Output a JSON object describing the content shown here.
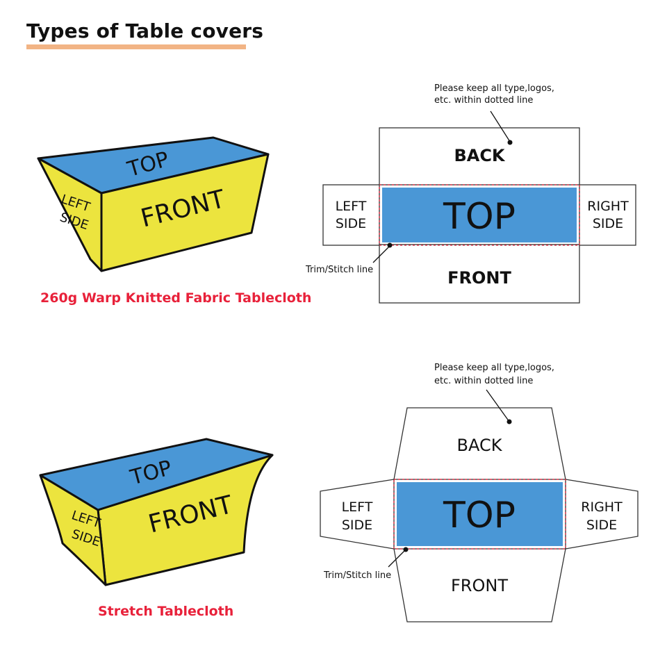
{
  "title": "Types of Table covers",
  "colors": {
    "accent_underline": "#f2b485",
    "top_blue": "#4a97d6",
    "cover_yellow": "#ece43e",
    "caption_red": "#e8213a",
    "dotted_red": "#e8213a"
  },
  "sections": [
    {
      "caption": "260g Warp Knitted Fabric Tablecloth",
      "illustration": {
        "top": "TOP",
        "front": "FRONT",
        "side_line1": "LEFT",
        "side_line2": "SIDE"
      },
      "template": {
        "back": "BACK",
        "top": "TOP",
        "front": "FRONT",
        "left_line1": "LEFT",
        "left_line2": "SIDE",
        "right_line1": "RIGHT",
        "right_line2": "SIDE",
        "note_line1": "Please keep all type,logos,",
        "note_line2": "etc. within dotted line",
        "trim_label": "Trim/Stitch line"
      }
    },
    {
      "caption": "Stretch Tablecloth",
      "illustration": {
        "top": "TOP",
        "front": "FRONT",
        "side_line1": "LEFT",
        "side_line2": "SIDE"
      },
      "template": {
        "back": "BACK",
        "top": "TOP",
        "front": "FRONT",
        "left_line1": "LEFT",
        "left_line2": "SIDE",
        "right_line1": "RIGHT",
        "right_line2": "SIDE",
        "note_line1": "Please keep all type,logos,",
        "note_line2": "etc. within dotted line",
        "trim_label": "Trim/Stitch line"
      }
    }
  ]
}
